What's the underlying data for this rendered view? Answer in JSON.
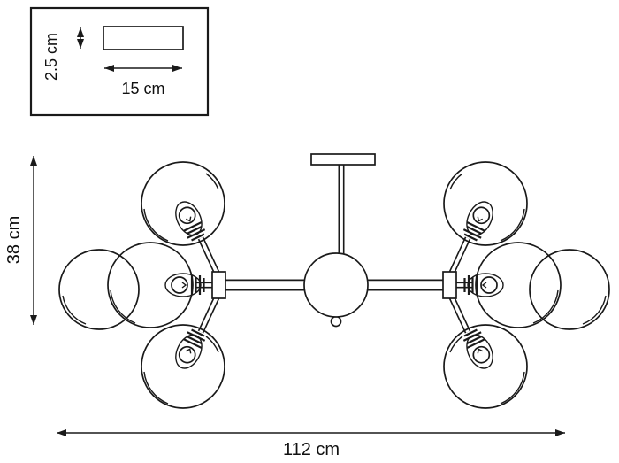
{
  "diagram": {
    "type": "technical-dimension-drawing",
    "subject": "multi-globe chandelier / ceiling light fixture",
    "inset": {
      "height_label": "2.5 cm",
      "width_label": "15 cm"
    },
    "overall": {
      "height_label": "38 cm",
      "width_label": "112 cm"
    },
    "colors": {
      "line": "#1a1a1a",
      "background": "#ffffff"
    }
  }
}
